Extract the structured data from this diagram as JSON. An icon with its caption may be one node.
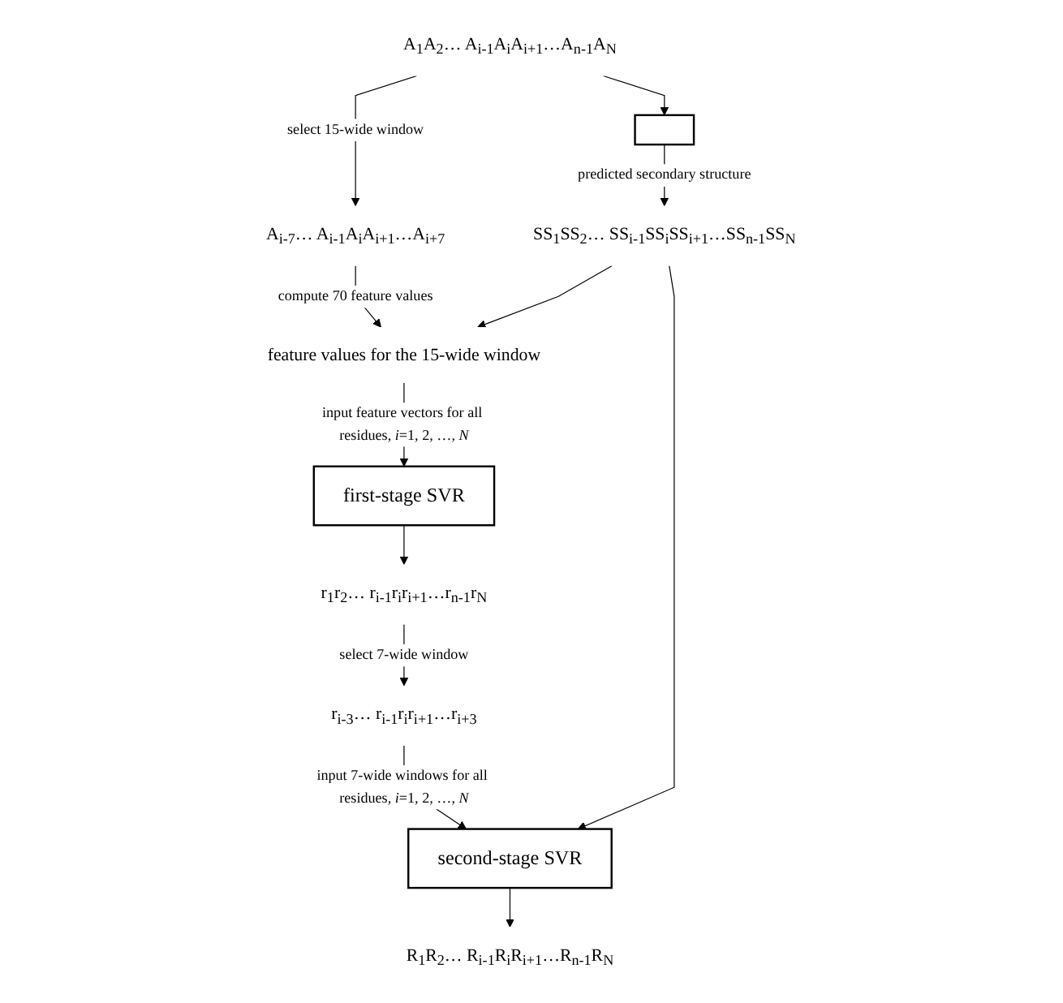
{
  "diagram": {
    "nodes": [
      {
        "text": [
          "A$_{1}$A$_{2}$… A$_{i-1}$A$_{i}$A$_{i+1}$…A$_{n-1}$A$_{N}$"
        ]
      },
      {
        "text": [],
        "shape": "box"
      },
      {
        "text": [
          "A$_{i-7}$… A$_{i-1}$A$_{i}$A$_{i+1}$…A$_{i+7}$"
        ]
      },
      {
        "text": [
          "SS$_{1}$SS$_{2}$… SS$_{i-1}$SS$_{i}$SS$_{i+1}$…SS$_{n-1}$SS$_{N}$"
        ]
      },
      {
        "text": [
          "feature values for the 15-wide window"
        ]
      },
      {
        "text": [
          "first-stage SVR"
        ]
      },
      {
        "text": [
          "r$_{1}$r$_{2}$… r$_{i-1}$r$_{i}$r$_{i+1}$…r$_{n-1}$r$_{N}$"
        ]
      },
      {
        "text": [
          "r$_{i-3}$… r$_{i-1}$r$_{i}$r$_{i+1}$…r$_{i+3}$"
        ]
      },
      {
        "text": [
          "second-stage SVR"
        ]
      },
      {
        "text": [
          "R$_{1}$R$_{2}$… R$_{i-1}$R$_{i}$R$_{i+1}$…R$_{n-1}$R$_{N}$"
        ]
      }
    ],
    "edges": [
      {
        "from": 0,
        "to": 1,
        "arrow": "to"
      },
      {
        "from": 0,
        "to": 2,
        "arrow": "to",
        "label": "select 15-wide window"
      },
      {
        "from": 1,
        "to": 3,
        "arrow": "to",
        "label": "predicted secondary structure"
      },
      {
        "from": 2,
        "to": 4,
        "arrow": "to",
        "label": "compute 70 feature values"
      },
      {
        "from": 3,
        "to": 4,
        "arrow": "to"
      },
      {
        "from": 4,
        "to": 5,
        "arrow": "to",
        "label": "input feature vectors for all residues, *i*=1, 2, …, *N*"
      },
      {
        "from": 5,
        "to": 6,
        "arrow": "to"
      },
      {
        "from": 6,
        "to": 7,
        "arrow": "to",
        "label": "select 7-wide window"
      },
      {
        "from": 7,
        "to": 8,
        "arrow": "to",
        "label": "input 7-wide windows for all residues, *i*=1, 2, …, *N*"
      },
      {
        "from": 3,
        "to": 8,
        "arrow": "to"
      },
      {
        "from": 8,
        "to": 9,
        "arrow": "to"
      }
    ]
  }
}
